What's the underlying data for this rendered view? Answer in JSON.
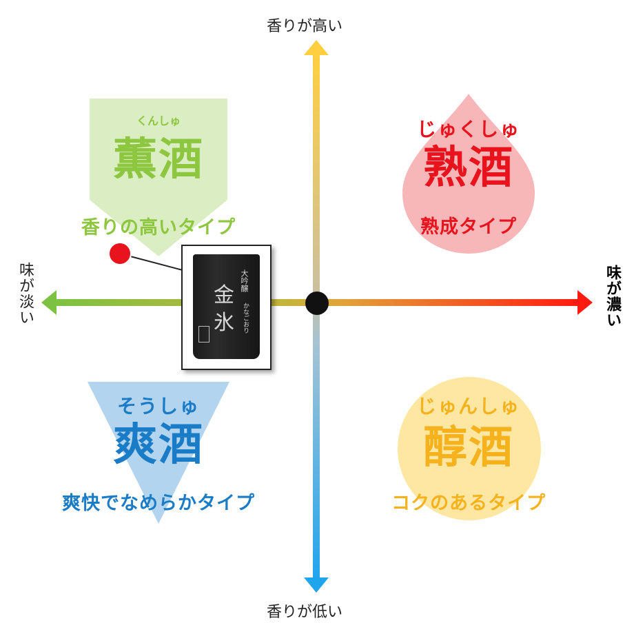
{
  "axes": {
    "top": "香りが高い",
    "bottom": "香りが低い",
    "left": "味が淡い",
    "right": "味が濃い"
  },
  "quadrants": {
    "kunshu": {
      "furigana": "くんしゅ",
      "name": "薫酒",
      "description": "香りの高いタイプ",
      "color": "#8dc63f",
      "shape_color": "#dbeec3"
    },
    "jukushu": {
      "furigana": "じゅくしゅ",
      "name": "熟酒",
      "description": "熟成タイプ",
      "color": "#e8131c",
      "shape_color": "#f7b6b8"
    },
    "soushu": {
      "furigana": "そうしゅ",
      "name": "爽酒",
      "description": "爽快でなめらかタイプ",
      "color": "#1a7bc6",
      "shape_color": "#b3d4ee"
    },
    "junshu": {
      "furigana": "じゅんしゅ",
      "name": "醇酒",
      "description": "コクのあるタイプ",
      "color": "#f5b21d",
      "shape_color": "#fde7a3"
    }
  },
  "product": {
    "type": "大吟醸",
    "name_line1": "金",
    "name_line2": "氷",
    "reading": "かなごおり",
    "marker_color": "#e8131c"
  }
}
